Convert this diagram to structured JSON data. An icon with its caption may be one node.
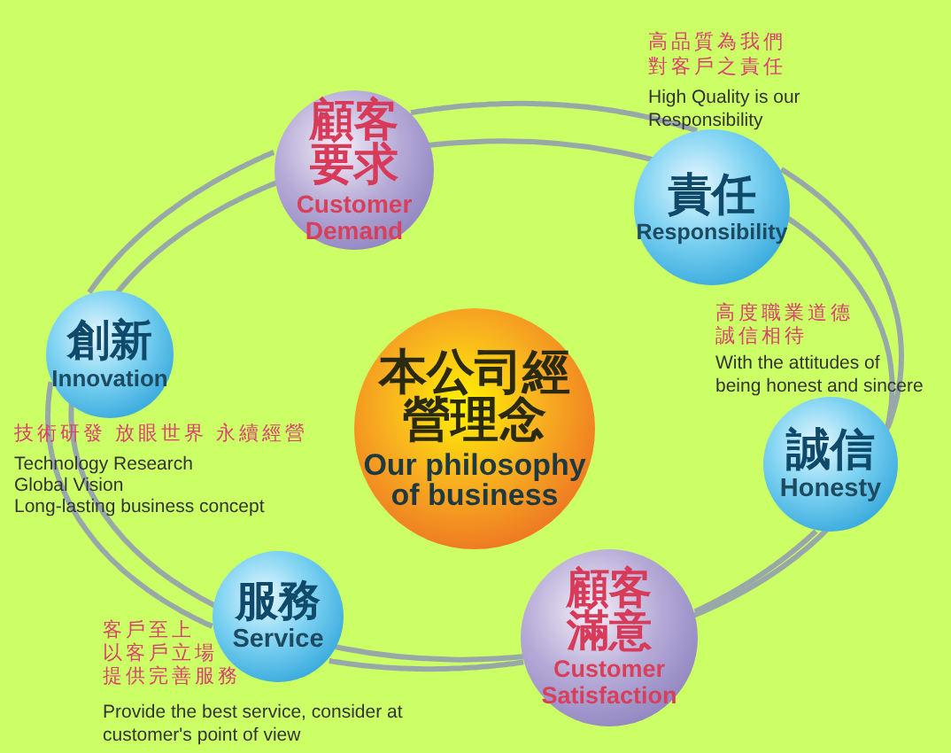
{
  "diagram": {
    "nodes": [
      {
        "text": [
          "顧客要求",
          "Customer Demand"
        ]
      },
      {
        "text": [
          "責任",
          "Responsibility"
        ],
        "beside": [
          "高品質為我們對客戶之責任",
          "High Quality is our Responsibility"
        ]
      },
      {
        "text": [
          "創新",
          "Innovation"
        ],
        "beside": [
          "技術研發 放眼世界 永續經營",
          "Technology Research",
          "Global Vision",
          "Long-lasting business concept"
        ]
      },
      {
        "text": [
          "本公司經營理念",
          "Our philosophy of business"
        ]
      },
      {
        "text": [
          "誠信",
          "Honesty"
        ],
        "beside": [
          "高度職業道德",
          "誠信相待",
          "With the attitudes of being honest and sincere"
        ]
      },
      {
        "text": [
          "服務",
          "Service"
        ],
        "beside": [
          "客戶至上",
          "以客戶立場",
          "提供完善服務",
          "Provide the best service, consider at customer's point of view"
        ]
      },
      {
        "text": [
          "顧客滿意",
          "Customer Satisfaction"
        ]
      }
    ],
    "edges": [
      {
        "from": 0,
        "to": 1,
        "arrow": "none"
      },
      {
        "from": 1,
        "to": 4,
        "arrow": "none"
      },
      {
        "from": 4,
        "to": 6,
        "arrow": "none"
      },
      {
        "from": 6,
        "to": 5,
        "arrow": "none"
      },
      {
        "from": 5,
        "to": 2,
        "arrow": "none"
      },
      {
        "from": 2,
        "to": 0,
        "arrow": "none"
      }
    ]
  }
}
